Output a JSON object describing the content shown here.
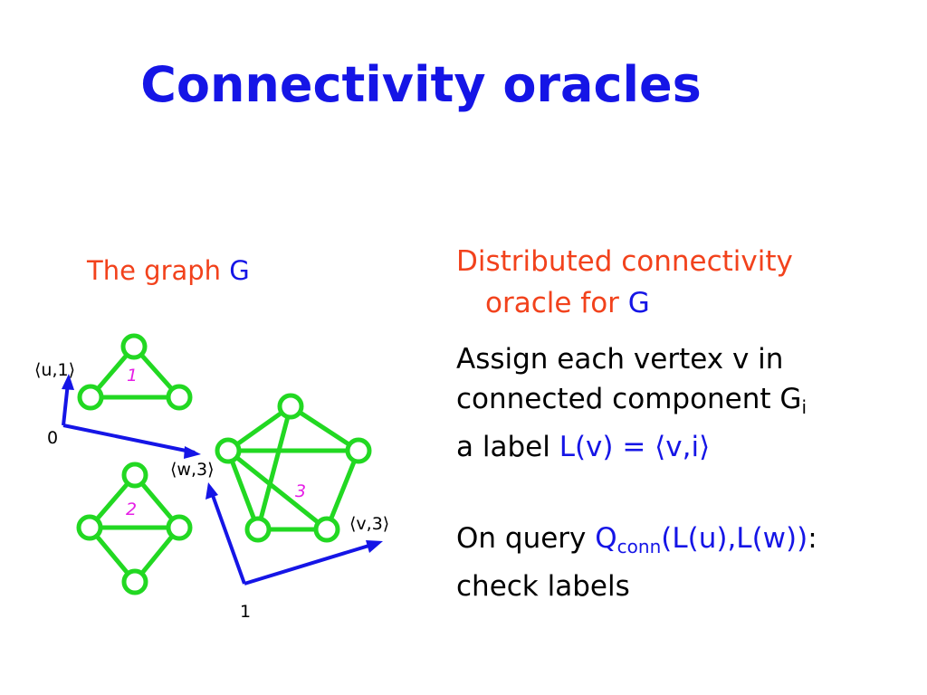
{
  "title": "Connectivity oracles",
  "left": {
    "label_prefix": "The graph ",
    "label_G": "G"
  },
  "diagram": {
    "node_labels": {
      "u1": "⟨u,1⟩",
      "w3": "⟨w,3⟩",
      "v3": "⟨v,3⟩",
      "root0": "0",
      "root1": "1"
    },
    "component_numbers": [
      "1",
      "2",
      "3"
    ],
    "colors": {
      "graph": "#22d822",
      "arrow": "#1515e6",
      "component_number": "#e61ee6",
      "label": "#000000"
    }
  },
  "right": {
    "heading_line1": "Distributed connectivity",
    "heading_line2_prefix": "oracle for ",
    "heading_G": "G",
    "assign_line1": "Assign each vertex v in",
    "assign_line2": "connected component G",
    "assign_line2_sub": "i",
    "assign_line3_prefix": "a label ",
    "assign_line3_L": "L(v) = ⟨v,i⟩",
    "query_prefix": "On query ",
    "query_Q": "Q",
    "query_sub": "conn",
    "query_args": "(L(u),L(w))",
    "query_colon": ":",
    "query_line2": "check labels"
  }
}
